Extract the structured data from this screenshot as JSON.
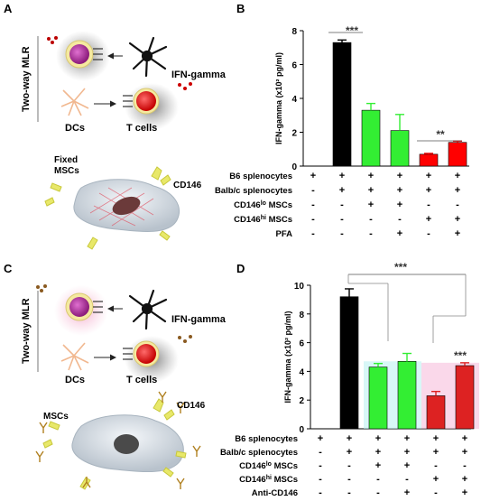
{
  "panels": {
    "A": {
      "letter": "A",
      "side_label": "Two-way MLR",
      "cytokine": "IFN-gamma",
      "dc_label": "DCs",
      "t_label": "T cells",
      "msc_label": "Fixed MSCs",
      "marker": "CD146"
    },
    "C": {
      "letter": "C",
      "side_label": "Two-way MLR",
      "cytokine": "IFN-gamma",
      "dc_label": "DCs",
      "t_label": "T cells",
      "msc_label": "MSCs",
      "marker": "CD146"
    },
    "B": {
      "letter": "B"
    },
    "D": {
      "letter": "D"
    }
  },
  "chart_data": [
    {
      "type": "bar",
      "panel": "B",
      "ylabel": "IFN-gamma (x10² pg/ml)",
      "ylim": [
        0,
        8
      ],
      "yticks": [
        "0",
        "2",
        "4",
        "6",
        "8"
      ],
      "values": [
        0,
        7.3,
        3.3,
        2.1,
        0.7,
        1.4
      ],
      "errors": [
        0,
        0.15,
        0.4,
        0.95,
        0.05,
        0.08
      ],
      "colors": [
        "#000000",
        "#000000",
        "#33ee33",
        "#33ee33",
        "#ff0000",
        "#ff0000"
      ],
      "significance": [
        {
          "label": "***",
          "bars": [
            1,
            1
          ]
        },
        {
          "label": "**",
          "bars": [
            4,
            5
          ]
        }
      ],
      "rows": [
        {
          "label": "B6 splenocytes",
          "signs": [
            "+",
            "+",
            "+",
            "+",
            "+",
            "+"
          ]
        },
        {
          "label": "Balb/c splenocytes",
          "signs": [
            "-",
            "+",
            "+",
            "+",
            "+",
            "+"
          ]
        },
        {
          "label": "CD146lo MSCs",
          "signs": [
            "-",
            "-",
            "+",
            "+",
            "-",
            "-"
          ]
        },
        {
          "label": "CD146hi MSCs",
          "signs": [
            "-",
            "-",
            "-",
            "-",
            "+",
            "+"
          ]
        },
        {
          "label": "PFA",
          "signs": [
            "-",
            "-",
            "-",
            "+",
            "-",
            "+"
          ]
        }
      ]
    },
    {
      "type": "bar",
      "panel": "D",
      "ylabel": "IFN-gamma (x10² pg/ml)",
      "ylim": [
        0,
        10
      ],
      "yticks": [
        "0",
        "2",
        "4",
        "6",
        "8",
        "10"
      ],
      "values": [
        0,
        9.2,
        4.3,
        4.7,
        2.3,
        4.4
      ],
      "errors": [
        0,
        0.55,
        0.25,
        0.55,
        0.3,
        0.2
      ],
      "colors": [
        "#000000",
        "#000000",
        "#33ee33",
        "#33ee33",
        "#dd2222",
        "#dd2222"
      ],
      "significance": [
        {
          "label": "***",
          "bars": [
            1,
            5
          ]
        },
        {
          "label": "***",
          "bars": [
            5,
            5
          ]
        }
      ],
      "rows": [
        {
          "label": "B6 splenocytes",
          "signs": [
            "+",
            "+",
            "+",
            "+",
            "+",
            "+"
          ]
        },
        {
          "label": "Balb/c splenocytes",
          "signs": [
            "-",
            "+",
            "+",
            "+",
            "+",
            "+"
          ]
        },
        {
          "label": "CD146lo MSCs",
          "signs": [
            "-",
            "-",
            "+",
            "+",
            "-",
            "-"
          ]
        },
        {
          "label": "CD146hi MSCs",
          "signs": [
            "-",
            "-",
            "-",
            "-",
            "+",
            "+"
          ]
        },
        {
          "label": "Anti-CD146",
          "signs": [
            "-",
            "-",
            "-",
            "+",
            "-",
            "+"
          ]
        }
      ]
    }
  ]
}
